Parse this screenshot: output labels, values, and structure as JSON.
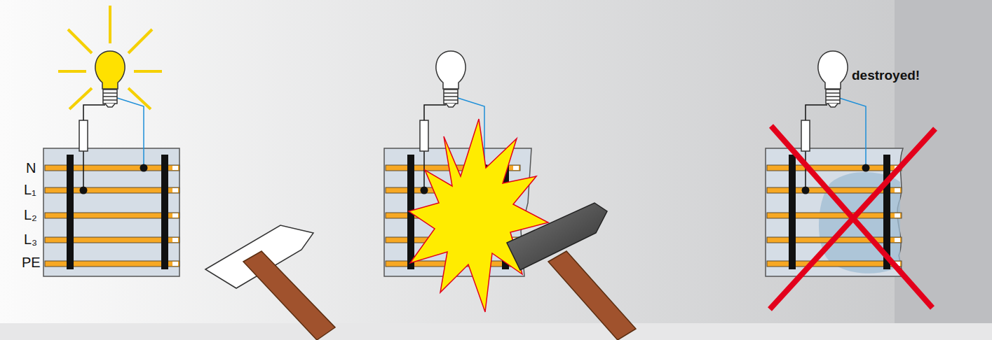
{
  "diagram": {
    "labels": [
      "N",
      "L₁",
      "L₂",
      "L₃",
      "PE",
      "destroyed!"
    ]
  }
}
